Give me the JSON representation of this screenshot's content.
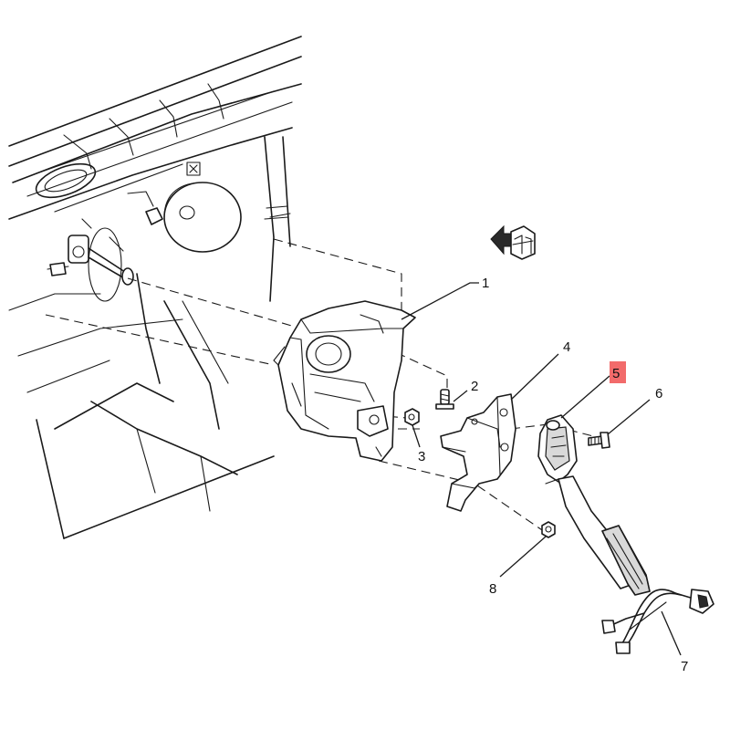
{
  "callouts": [
    {
      "id": "1",
      "label": "1",
      "highlighted": false
    },
    {
      "id": "2",
      "label": "2",
      "highlighted": false
    },
    {
      "id": "3",
      "label": "3",
      "highlighted": false
    },
    {
      "id": "4",
      "label": "4",
      "highlighted": false
    },
    {
      "id": "5",
      "label": "5",
      "highlighted": true
    },
    {
      "id": "6",
      "label": "6",
      "highlighted": false
    },
    {
      "id": "7",
      "label": "7",
      "highlighted": false
    },
    {
      "id": "8",
      "label": "8",
      "highlighted": false
    }
  ],
  "colors": {
    "line": "#1a1a1a",
    "background": "#ffffff",
    "highlight": "#f26b6b"
  },
  "icons": {
    "direction_arrow": "front-direction-arrow-icon"
  }
}
